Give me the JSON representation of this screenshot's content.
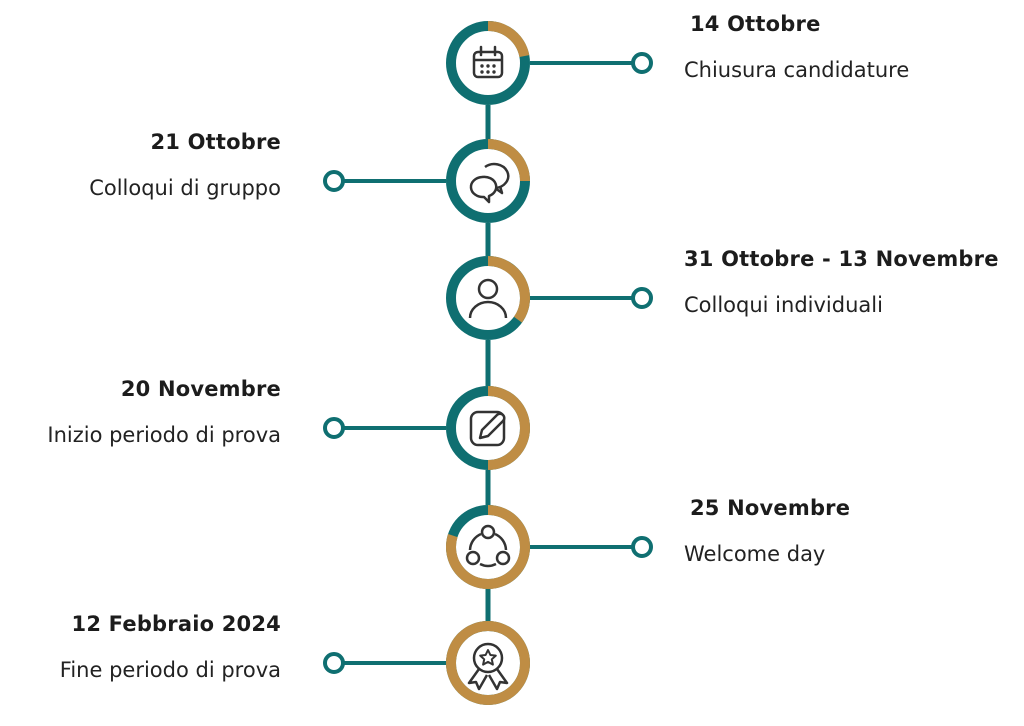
{
  "colors": {
    "teal": "#0f6f71",
    "gold": "#bf8d44",
    "icon": "#333333",
    "text": "#1c1c1c"
  },
  "milestones": [
    {
      "date": "14 Ottobre",
      "description": "Chiusura candidature",
      "side": "right",
      "icon": "calendar-icon",
      "gold_fraction": 0.22
    },
    {
      "date": "21 Ottobre",
      "description": "Colloqui di gruppo",
      "side": "left",
      "icon": "chat-bubbles-icon",
      "gold_fraction": 0.25
    },
    {
      "date": "31 Ottobre - 13 Novembre",
      "description": "Colloqui individuali",
      "side": "right",
      "icon": "user-icon",
      "gold_fraction": 0.35
    },
    {
      "date": "20 Novembre",
      "description": "Inizio periodo di prova",
      "side": "left",
      "icon": "edit-icon",
      "gold_fraction": 0.5
    },
    {
      "date": "25 Novembre",
      "description": "Welcome day",
      "side": "right",
      "icon": "team-cycle-icon",
      "gold_fraction": 0.8
    },
    {
      "date": "12 Febbraio 2024",
      "description": "Fine periodo di prova",
      "side": "left",
      "icon": "award-icon",
      "gold_fraction": 1.0
    }
  ]
}
